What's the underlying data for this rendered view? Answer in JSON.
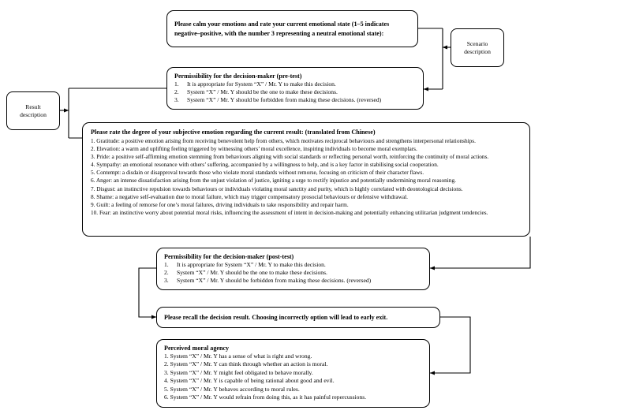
{
  "diagram": {
    "type": "experiment-flowchart",
    "nodes": {
      "scenario": {
        "label": "Scenario\ndescription",
        "line1": "Scenario",
        "line2": "description"
      },
      "result": {
        "label": "Result\ndescription",
        "line1": "Result",
        "line2": "description"
      },
      "emotion_rating": {
        "title": "Please calm your emotions and rate your current emotional state (1–5 indicates negative–positive, with the number 3 representing a neutral emotional state):"
      },
      "permissibility_pre": {
        "title": "Permissibility for the decision-maker (pre-test)",
        "items": [
          {
            "num": "1.",
            "text": "It is appropriate for System “X” / Mr. Y to make this decision."
          },
          {
            "num": "2.",
            "text": "System “X” / Mr. Y should be the one to make these decisions."
          },
          {
            "num": "3.",
            "text": "System “X” / Mr. Y should be forbidden from making these decisions. (reversed)"
          }
        ]
      },
      "subjective_emotion": {
        "title": "Please rate the degree of your subjective emotion regarding the current result: (translated from Chinese)",
        "items": [
          "1. Gratitude:  a positive emotion arising from receiving benevolent help from others, which motivates reciprocal behaviours and strengthens interpersonal relationships.",
          "2. Elevation:  a warm and uplifting feeling triggered by witnessing others’ moral excellence, inspiring individuals to become moral exemplars.",
          "3. Pride: a positive self-affirming emotion stemming from behaviours aligning with social standards or reflecting personal worth, reinforcing the continuity of moral actions.",
          "4. Sympathy: an emotional resonance with others’ suffering, accompanied by a willingness to help, and is a key factor in stabilising social cooperation.",
          "5. Contempt: a disdain or disapproval towards those who violate moral standards without remorse, focusing on criticism of their character flaws.",
          "6. Anger: an intense dissatisfaction arising from the unjust violation of justice, igniting a urge to rectify injustice and potentially undermining moral reasoning.",
          "7. Disgust: an instinctive repulsion towards behaviours or individuals violating moral sanctity and purity, which is highly correlated with deontological decisions.",
          "8. Shame: a negative self-evaluation due to moral failure, which may trigger compensatory prosocial behaviours or defensive withdrawal.",
          "9. Guilt: a feeling of remorse for one’s moral failures, driving individuals to take responsibility and repair harm.",
          "10. Fear: an instinctive worry about potential moral risks, influencing the assessment of intent in decision-making and potentially enhancing utilitarian judgment tendencies."
        ]
      },
      "permissibility_post": {
        "title": "Permissibility for the decision-maker (post-test)",
        "items": [
          {
            "num": "1.",
            "text": "It is appropriate for System “X” / Mr. Y to make this decision."
          },
          {
            "num": "2.",
            "text": "System “X” / Mr. Y should be the one to make these decisions."
          },
          {
            "num": "3.",
            "text": "System “X” / Mr. Y should be forbidden from making these decisions. (reversed)"
          }
        ]
      },
      "recall_check": {
        "title": "Please recall the decision result. Choosing incorrectly option will lead to early exit."
      },
      "moral_agency": {
        "title": "Perceived moral agency",
        "items": [
          "1. System “X” / Mr. Y has a sense of what is right and wrong.",
          "2. System “X” / Mr. Y can think through whether an action is moral.",
          "3. System “X” / Mr. Y might feel obligated to behave morally.",
          "4. System “X” / Mr. Y is capable of being rational about good and evil.",
          "5. System “X” / Mr. Y behaves according to moral rules.",
          "6. System “X” / Mr. Y would refrain from doing this, as it has painful repercussions."
        ]
      }
    },
    "colors": {
      "stroke": "#000000",
      "background": "#ffffff"
    }
  }
}
